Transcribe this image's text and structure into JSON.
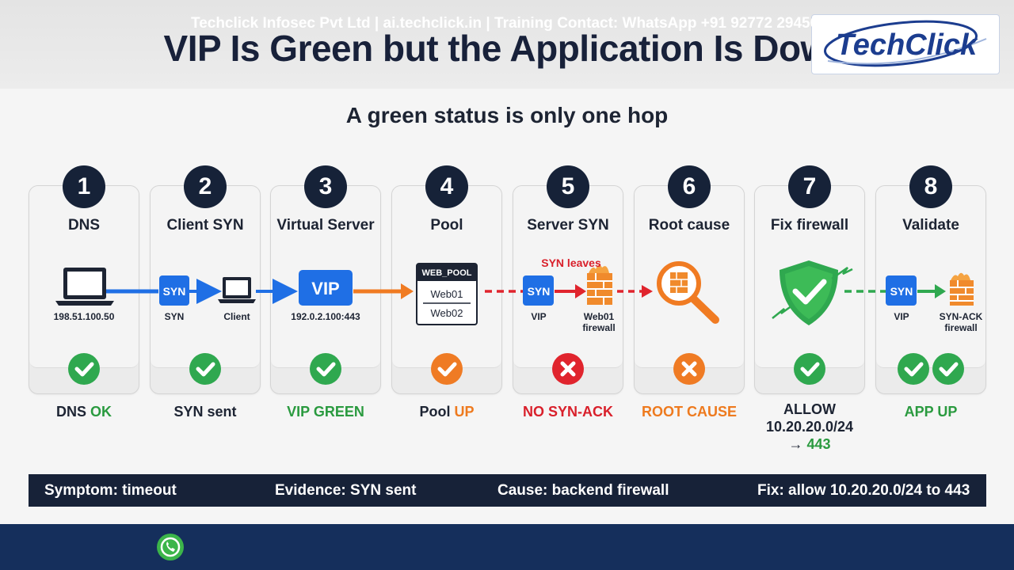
{
  "title": "VIP Is Green but the Application Is Down",
  "subtitle": "A green status is only one hop",
  "logo": {
    "text": "TechClick"
  },
  "steps": [
    {
      "number": "1",
      "title": "DNS",
      "label_a": "DNS ",
      "label_b": "OK",
      "status": "ok"
    },
    {
      "number": "2",
      "title": "Client SYN",
      "label_a": "SYN sent",
      "label_b": "",
      "status": "ok"
    },
    {
      "number": "3",
      "title": "Virtual Server",
      "label_a": "",
      "label_b": "VIP GREEN",
      "status": "ok"
    },
    {
      "number": "4",
      "title": "Pool",
      "label_a": "Pool ",
      "label_b": "UP",
      "status": "warn"
    },
    {
      "number": "5",
      "title": "Server SYN",
      "label_a": "",
      "label_b": "NO SYN-ACK",
      "status": "fail"
    },
    {
      "number": "6",
      "title": "Root cause",
      "label_a": "",
      "label_b": "ROOT CAUSE",
      "status": "fail-orange"
    },
    {
      "number": "7",
      "title": "Fix firewall",
      "label_line1": "ALLOW",
      "label_line2": "10.20.20.0/24",
      "label_line3_arrow": "→ ",
      "label_line3": "443",
      "status": "ok"
    },
    {
      "number": "8",
      "title": "Validate",
      "label_a": "",
      "label_b": "APP UP",
      "status": "ok-double"
    }
  ],
  "diagram": {
    "dns_ip": "198.51.100.50",
    "syn_badge": "SYN",
    "syn_caption": "SYN",
    "client_caption": "Client",
    "vip_badge": "VIP",
    "vip_ip": "192.0.2.100:443",
    "pool_name": "WEB_POOL",
    "pool_members": [
      "Web01",
      "Web02"
    ],
    "syn_leaves": "SYN leaves",
    "server_syn_badge": "SYN",
    "vip_caption": "VIP",
    "web01_caption": "Web01",
    "firewall_caption": "firewall",
    "validate_syn_badge": "SYN",
    "validate_vip_caption": "VIP",
    "synack_caption": "SYN-ACK",
    "validate_firewall_caption": "firewall"
  },
  "summary": {
    "symptom": "Symptom: timeout",
    "evidence": "Evidence: SYN sent",
    "cause": "Cause: backend firewall",
    "fix": "Fix: allow 10.20.20.0/24 to 443"
  },
  "footer": {
    "text": "Techclick Infosec Pvt Ltd | ai.techclick.in | Training Contact: WhatsApp +91 92772 29456"
  },
  "colors": {
    "navy": "#162238",
    "green": "#2fa84f",
    "orange": "#ef7b24",
    "red": "#e0242d",
    "blue": "#1f6fe5",
    "footer": "#152f5c"
  }
}
